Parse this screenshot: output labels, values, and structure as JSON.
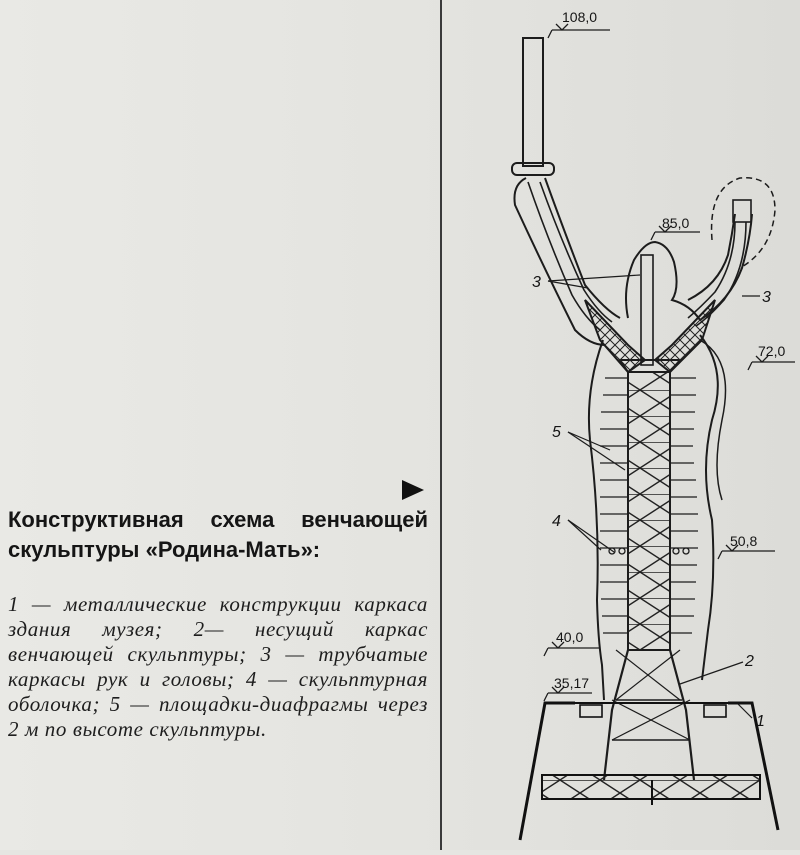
{
  "caption": {
    "title": "Конструктивная схема венчающей скульптуры «Родина-Мать»:",
    "body": "1 — металлические конструкции каркаса здания музея; 2— несущий каркас венчающей скульптуры; 3 — трубчатые каркасы рук и головы; 4 — скульптурная оболочка; 5 — площадки-диафрагмы через 2 м по высоте скульптуры."
  },
  "elevations": {
    "top": "108,0",
    "head": "85,0",
    "shoulders": "72,0",
    "mid": "50,8",
    "lower": "40,0",
    "base": "35,17"
  },
  "callouts": {
    "c1": "1",
    "c2": "2",
    "c3_left": "3",
    "c3_right": "3",
    "c4": "4",
    "c5": "5"
  }
}
